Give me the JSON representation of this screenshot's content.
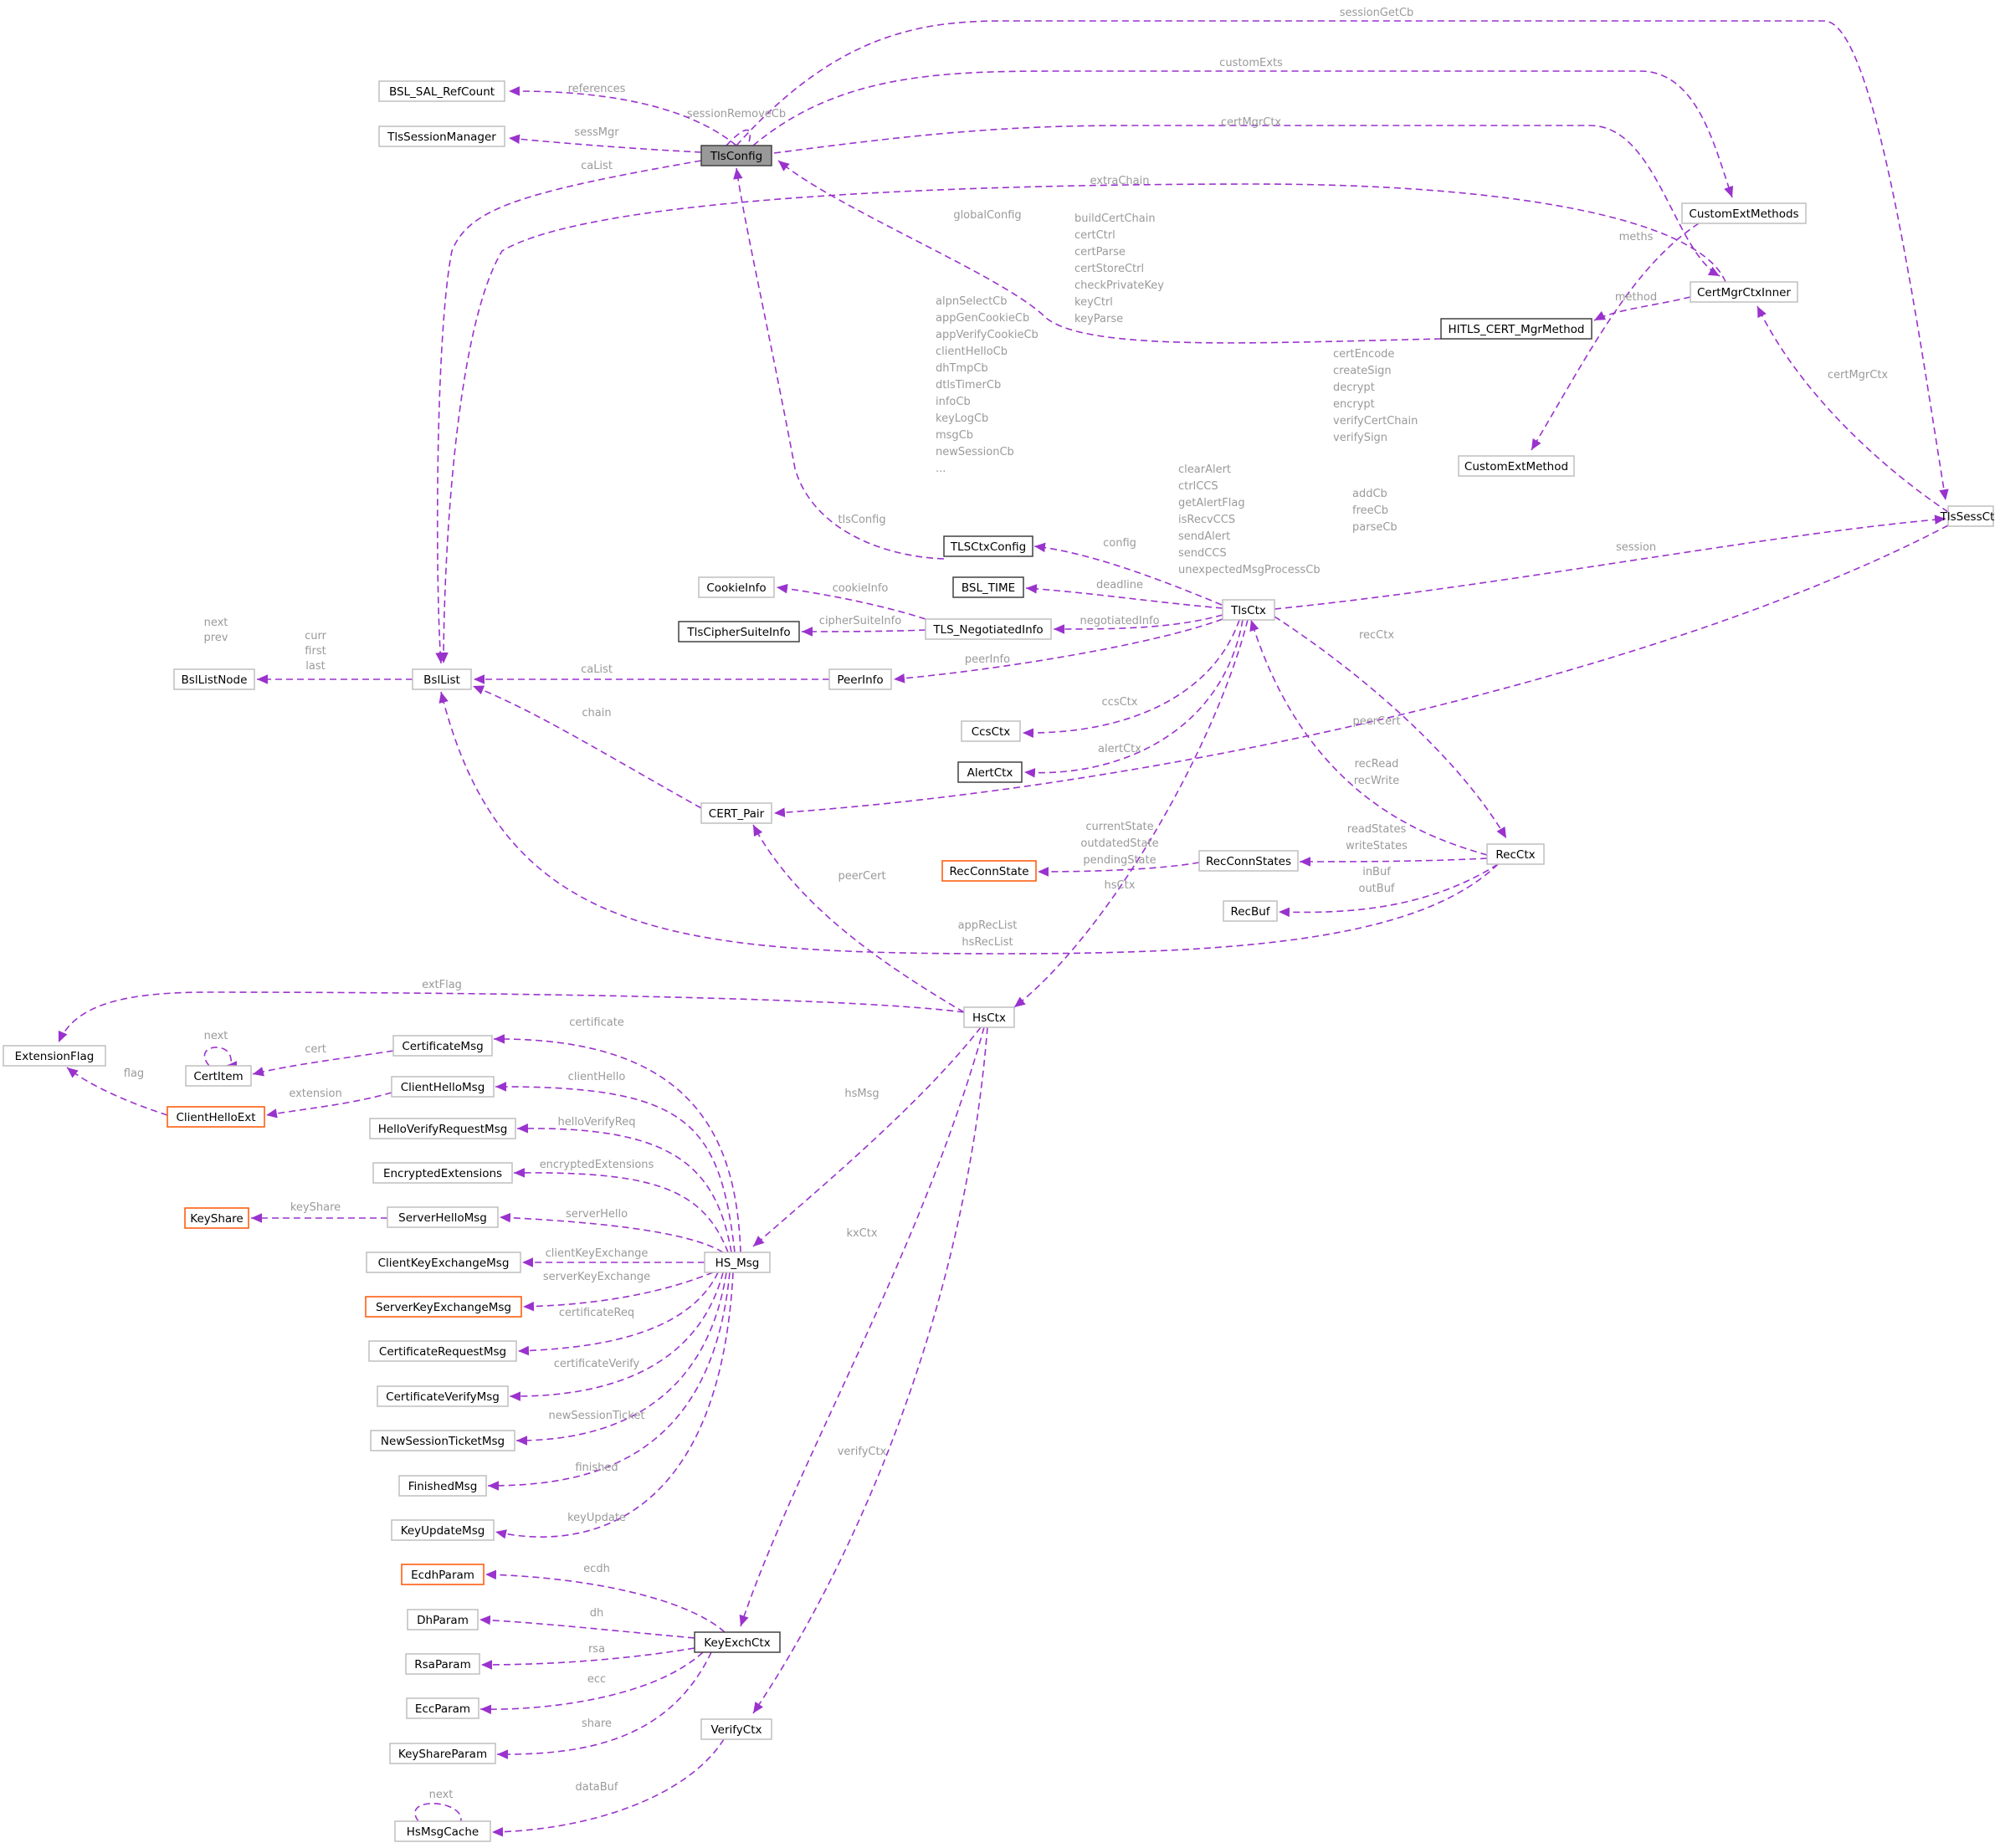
{
  "colors": {
    "edge": "#9a32cd",
    "label": "#9a9a9a",
    "border_normal": "#bfbfbf",
    "border_dark": "#404040",
    "border_orange": "#ff5400",
    "highlight_fill": "#999999"
  },
  "nodes": {
    "TlsConfig": "TlsConfig",
    "BSL_SAL_RefCount": "BSL_SAL_RefCount",
    "TlsSessionManager": "TlsSessionManager",
    "CustomExtMethods": "CustomExtMethods",
    "CertMgrCtxInner": "CertMgrCtxInner",
    "HITLS_CERT_MgrMethod": "HITLS_CERT_MgrMethod",
    "CustomExtMethod": "CustomExtMethod",
    "TlsSessCtx": "TlsSessCtx",
    "TLSCtxConfig": "TLSCtxConfig",
    "CookieInfo": "CookieInfo",
    "BSL_TIME": "BSL_TIME",
    "TlsCipherSuiteInfo": "TlsCipherSuiteInfo",
    "TLS_NegotiatedInfo": "TLS_NegotiatedInfo",
    "TlsCtx": "TlsCtx",
    "BslListNode": "BslListNode",
    "BslList": "BslList",
    "PeerInfo": "PeerInfo",
    "CcsCtx": "CcsCtx",
    "AlertCtx": "AlertCtx",
    "CERT_Pair": "CERT_Pair",
    "RecConnState": "RecConnState",
    "RecConnStates": "RecConnStates",
    "RecCtx": "RecCtx",
    "RecBuf": "RecBuf",
    "HsCtx": "HsCtx",
    "ExtensionFlag": "ExtensionFlag",
    "CertificateMsg": "CertificateMsg",
    "CertItem": "CertItem",
    "ClientHelloMsg": "ClientHelloMsg",
    "ClientHelloExt": "ClientHelloExt",
    "HelloVerifyRequestMsg": "HelloVerifyRequestMsg",
    "EncryptedExtensions": "EncryptedExtensions",
    "KeyShare": "KeyShare",
    "ServerHelloMsg": "ServerHelloMsg",
    "ClientKeyExchangeMsg": "ClientKeyExchangeMsg",
    "HS_Msg": "HS_Msg",
    "ServerKeyExchangeMsg": "ServerKeyExchangeMsg",
    "CertificateRequestMsg": "CertificateRequestMsg",
    "CertificateVerifyMsg": "CertificateVerifyMsg",
    "NewSessionTicketMsg": "NewSessionTicketMsg",
    "FinishedMsg": "FinishedMsg",
    "KeyUpdateMsg": "KeyUpdateMsg",
    "EcdhParam": "EcdhParam",
    "DhParam": "DhParam",
    "KeyExchCtx": "KeyExchCtx",
    "RsaParam": "RsaParam",
    "EccParam": "EccParam",
    "KeyShareParam": "KeyShareParam",
    "VerifyCtx": "VerifyCtx",
    "HsMsgCache": "HsMsgCache"
  },
  "edge_labels": {
    "sessionGetCb": "sessionGetCb",
    "customExts": "customExts",
    "certMgrCtx_top": "certMgrCtx",
    "references": "references",
    "sessionRemoveCb": "sessionRemoveCb",
    "sessMgr": "sessMgr",
    "caList_top": "caList",
    "extraChain": "extraChain",
    "globalConfig": "globalConfig",
    "meths": "meths",
    "method": "method",
    "certMgrCtx_right": "certMgrCtx",
    "config": "config",
    "tlsConfig": "tlsConfig",
    "cookieInfo": "cookieInfo",
    "cipherSuiteInfo": "cipherSuiteInfo",
    "deadline": "deadline",
    "negotiatedInfo": "negotiatedInfo",
    "peerInfo": "peerInfo",
    "session": "session",
    "recCtx": "recCtx",
    "caList_mid": "caList",
    "chain": "chain",
    "ccsCtx": "ccsCtx",
    "alertCtx": "alertCtx",
    "peerCert_right": "peerCert",
    "hsCtx": "hsCtx",
    "peerCert_hs": "peerCert",
    "extFlag": "extFlag",
    "certificate": "certificate",
    "cert": "cert",
    "next_certitem": "next",
    "flag": "flag",
    "extension": "extension",
    "clientHello": "clientHello",
    "helloVerifyReq": "helloVerifyReq",
    "encryptedExtensions": "encryptedExtensions",
    "keyShare": "keyShare",
    "serverHello": "serverHello",
    "clientKeyExchange": "clientKeyExchange",
    "serverKeyExchange": "serverKeyExchange",
    "certificateReq": "certificateReq",
    "certificateVerify": "certificateVerify",
    "newSessionTicket": "newSessionTicket",
    "finished": "finished",
    "keyUpdate": "keyUpdate",
    "hsMsg": "hsMsg",
    "kxCtx": "kxCtx",
    "verifyCtx": "verifyCtx",
    "ecdh": "ecdh",
    "dh": "dh",
    "rsa": "rsa",
    "ecc": "ecc",
    "share": "share",
    "dataBuf": "dataBuf",
    "next_hsmsgcache": "next"
  },
  "multiline_labels": {
    "callbacks": [
      "alpnSelectCb",
      "appGenCookieCb",
      "appVerifyCookieCb",
      "clientHelloCb",
      "dhTmpCb",
      "dtlsTimerCb",
      "infoCb",
      "keyLogCb",
      "msgCb",
      "newSessionCb",
      "..."
    ],
    "certMethods": [
      "buildCertChain",
      "certCtrl",
      "certParse",
      "certStoreCtrl",
      "checkPrivateKey",
      "keyCtrl",
      "keyParse"
    ],
    "signMethods": [
      "certEncode",
      "createSign",
      "decrypt",
      "encrypt",
      "verifyCertChain",
      "verifySign"
    ],
    "selfMethods": [
      "clearAlert",
      "ctrlCCS",
      "getAlertFlag",
      "isRecvCCS",
      "sendAlert",
      "sendCCS",
      "unexpectedMsgProcessCb"
    ],
    "extCbs": [
      "addCb",
      "freeCb",
      "parseCb"
    ],
    "listNodeSelf": [
      "next",
      "prev"
    ],
    "listNodeEdge": [
      "curr",
      "first",
      "last"
    ],
    "recStates": [
      "readStates",
      "writeStates"
    ],
    "connStates": [
      "currentState",
      "outdatedState",
      "pendingState"
    ],
    "recRW": [
      "recRead",
      "recWrite"
    ],
    "bufs": [
      "inBuf",
      "outBuf"
    ],
    "recLists": [
      "appRecList",
      "hsRecList"
    ]
  }
}
